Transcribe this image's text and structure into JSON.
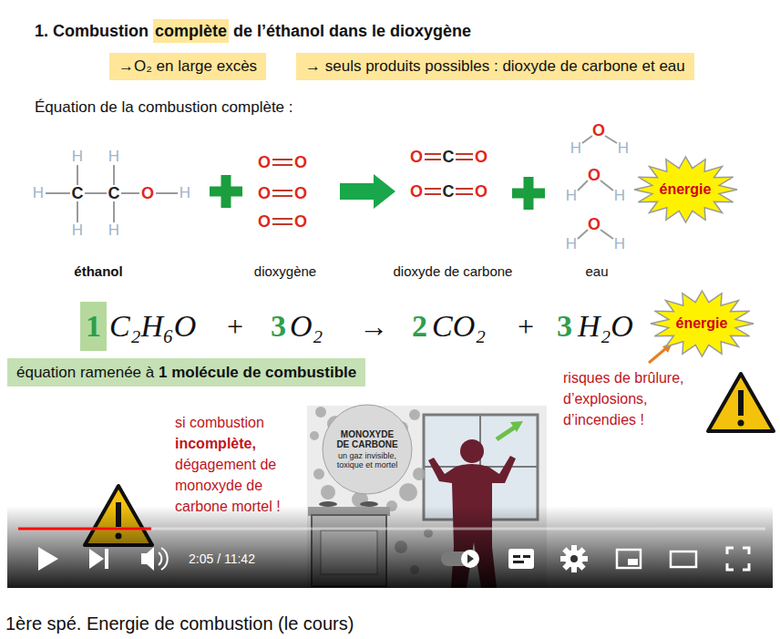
{
  "diagram": {
    "title": "1. Combustion complète de l’éthanol dans le dioxygène",
    "caption": "1ère spé. Energie de combustion (le cours)",
    "nodes": [
      {
        "text": [
          "→O₂ en large excès"
        ]
      },
      {
        "text": [
          "→ seuls produits possibles : dioxyde de carbone et eau"
        ]
      },
      {
        "text": [
          "énergie"
        ]
      },
      {
        "text": [
          "1"
        ]
      },
      {
        "text": [
          "énergie"
        ]
      },
      {
        "text": [
          "équation ramenée à 1 molécule de combustible"
        ]
      },
      {
        "text": [
          "MONOXYDE DE CARBONE",
          "un gaz invisible, toxique et mortel"
        ]
      }
    ],
    "labels": [
      "Équation de la combustion complète :",
      "H",
      "H",
      "H",
      "C",
      "C",
      "O",
      "H",
      "H",
      "H",
      "éthanol",
      "O",
      "O",
      "O",
      "O",
      "O",
      "O",
      "dioxygène",
      "O",
      "C",
      "O",
      "O",
      "C",
      "O",
      "dioxyde de carbone",
      "O",
      "H",
      "H",
      "O",
      "H",
      "H",
      "O",
      "H",
      "H",
      "eau",
      "C₂H₆O",
      "+",
      "3",
      "O₂",
      "→",
      "2",
      "CO₂",
      "+",
      "3",
      "H₂O",
      "risques de brûlure, d’explosions, d’incendies !",
      "si combustion incomplète, dégagement de monoxyde de carbone mortel !",
      "2:05 / 11:42"
    ]
  }
}
